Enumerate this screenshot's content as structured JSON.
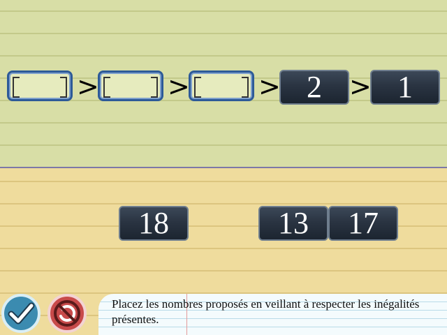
{
  "sequence": {
    "slots": [
      "",
      "",
      ""
    ],
    "fixed_tiles": [
      "2",
      "1"
    ],
    "operator": ">"
  },
  "choices": [
    "18",
    "13",
    "17"
  ],
  "buttons": {
    "validate": "check-icon",
    "reset": "restart-icon"
  },
  "instructions": {
    "text": "Placez les nombres proposés en veillant à respecter les inégalités présentes."
  },
  "colors": {
    "top_background": "#d8dea6",
    "bottom_background": "#efdc9d",
    "slot_border": "#2d5a98",
    "tile": "#243040"
  }
}
